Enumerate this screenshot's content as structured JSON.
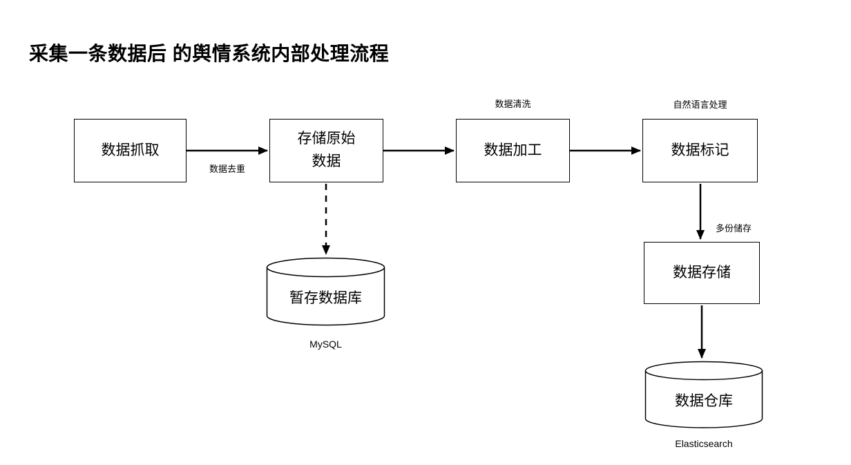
{
  "title": "采集一条数据后 的舆情系统内部处理流程",
  "nodes": {
    "crawl": {
      "label": "数据抓取"
    },
    "store_raw": {
      "lines": [
        "存储原始",
        "数据"
      ]
    },
    "process": {
      "label": "数据加工",
      "annotation": "数据清洗"
    },
    "tag": {
      "label": "数据标记",
      "annotation": "自然语言处理"
    },
    "data_store": {
      "label": "数据存储"
    },
    "temp_db": {
      "label": "暂存数据库",
      "caption": "MySQL"
    },
    "warehouse": {
      "label": "数据仓库",
      "caption": "Elasticsearch"
    }
  },
  "edges": {
    "dedupe_label": "数据去重",
    "multi_store_label": "多份储存"
  },
  "colors": {
    "stroke": "#000000",
    "background": "#ffffff",
    "text": "#000000"
  }
}
